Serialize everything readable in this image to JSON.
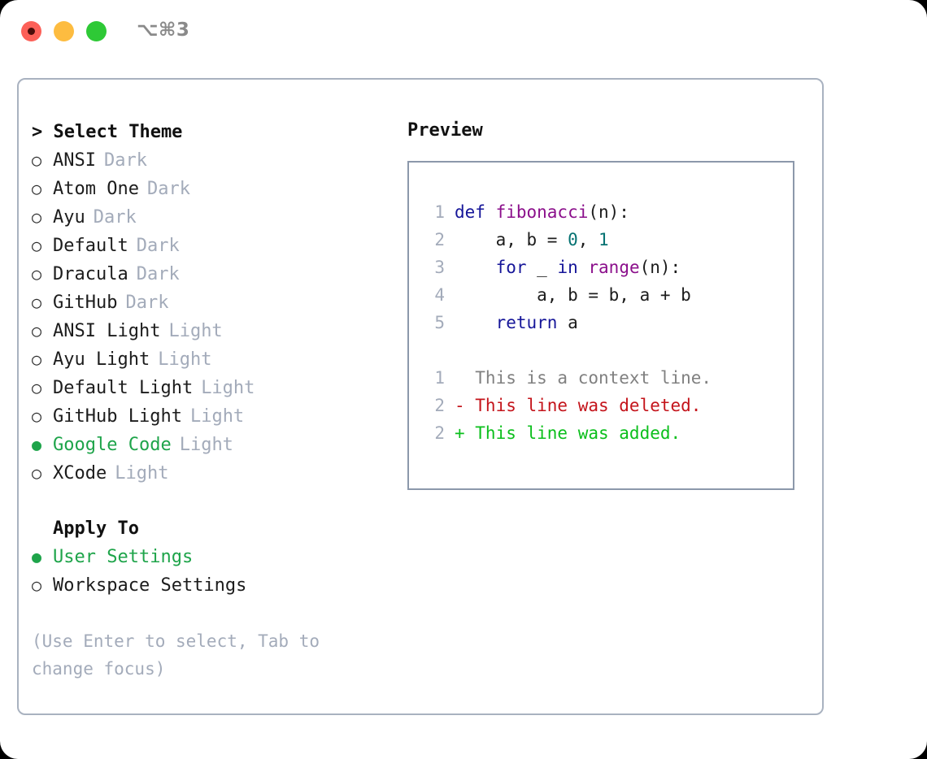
{
  "titlebar": {
    "shortcut": "⌥⌘3",
    "buttons": [
      "close",
      "minimize",
      "maximize"
    ]
  },
  "theme_panel": {
    "heading": "> Select Theme",
    "options": [
      {
        "marker": "○",
        "label": "ANSI",
        "tag": "Dark",
        "selected": false
      },
      {
        "marker": "○",
        "label": "Atom One",
        "tag": "Dark",
        "selected": false
      },
      {
        "marker": "○",
        "label": "Ayu",
        "tag": "Dark",
        "selected": false
      },
      {
        "marker": "○",
        "label": "Default",
        "tag": "Dark",
        "selected": false
      },
      {
        "marker": "○",
        "label": "Dracula",
        "tag": "Dark",
        "selected": false
      },
      {
        "marker": "○",
        "label": "GitHub",
        "tag": "Dark",
        "selected": false
      },
      {
        "marker": "○",
        "label": "ANSI Light",
        "tag": "Light",
        "selected": false
      },
      {
        "marker": "○",
        "label": "Ayu Light",
        "tag": "Light",
        "selected": false
      },
      {
        "marker": "○",
        "label": "Default Light",
        "tag": "Light",
        "selected": false
      },
      {
        "marker": "○",
        "label": "GitHub Light",
        "tag": "Light",
        "selected": false
      },
      {
        "marker": "●",
        "label": "Google Code",
        "tag": "Light",
        "selected": true
      },
      {
        "marker": "○",
        "label": "XCode",
        "tag": "Light",
        "selected": false
      }
    ]
  },
  "apply_to": {
    "heading": "Apply To",
    "options": [
      {
        "marker": "●",
        "label": "User Settings",
        "selected": true
      },
      {
        "marker": "○",
        "label": "Workspace Settings",
        "selected": false
      }
    ]
  },
  "hint": "(Use Enter to select, Tab to change focus)",
  "preview": {
    "title": "Preview",
    "code_lines": [
      {
        "number": "1",
        "tokens": [
          {
            "text": "def ",
            "kind": "kw"
          },
          {
            "text": "fibonacci",
            "kind": "fn"
          },
          {
            "text": "(n):",
            "kind": "punc"
          }
        ]
      },
      {
        "number": "2",
        "tokens": [
          {
            "text": "    a, b = ",
            "kind": "var"
          },
          {
            "text": "0",
            "kind": "num"
          },
          {
            "text": ", ",
            "kind": "punc"
          },
          {
            "text": "1",
            "kind": "num"
          }
        ]
      },
      {
        "number": "3",
        "tokens": [
          {
            "text": "    for ",
            "kind": "kw"
          },
          {
            "text": "_ ",
            "kind": "var"
          },
          {
            "text": "in ",
            "kind": "kw"
          },
          {
            "text": "range",
            "kind": "fn"
          },
          {
            "text": "(n):",
            "kind": "punc"
          }
        ]
      },
      {
        "number": "4",
        "tokens": [
          {
            "text": "        a, b = b, a + b",
            "kind": "var"
          }
        ]
      },
      {
        "number": "5",
        "tokens": [
          {
            "text": "    return ",
            "kind": "kw"
          },
          {
            "text": "a",
            "kind": "var"
          }
        ]
      }
    ],
    "diff_lines": [
      {
        "number": "1",
        "prefix": "  ",
        "text": "This is a context line.",
        "kind": "ctx"
      },
      {
        "number": "2",
        "prefix": "- ",
        "text": "This line was deleted.",
        "kind": "del"
      },
      {
        "number": "2",
        "prefix": "+ ",
        "text": "This line was added.",
        "kind": "add"
      }
    ]
  },
  "colors": {
    "accent_green": "#1ea44a",
    "muted": "#a3abba",
    "keyword": "#161699",
    "function": "#8b0f8b",
    "number": "#067272",
    "diff_context": "#808080",
    "diff_deleted": "#c4141b",
    "diff_added": "#0bbf1c",
    "panel_border": "#a9b2c0",
    "preview_border": "#8c98ab"
  }
}
